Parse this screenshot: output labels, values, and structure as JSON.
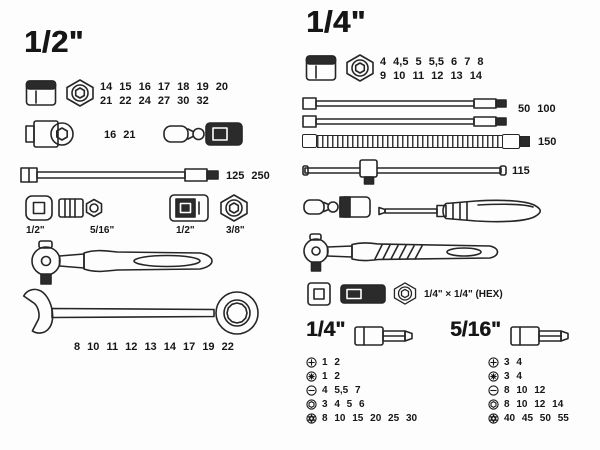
{
  "style": {
    "ink": "#262626",
    "background": "#fdfdfd",
    "dark_fill": "#2b2b2b"
  },
  "half": {
    "title": "1/2\"",
    "socket_sizes_line1": "14 15 16 17 18 19 20",
    "socket_sizes_line2": "21 22 24 27 30 32",
    "deep_socket_sizes": "16 21",
    "extension_sizes": "125 250",
    "adapter_labels": [
      "1/2\"",
      "5/16\"",
      "1/2\"",
      "3/8\""
    ],
    "wrench_sizes": "8 10 11 12 13 14 17 19 22"
  },
  "quarter": {
    "title": "1/4\"",
    "socket_sizes_line1": "4 4,5 5 5,5 6 7 8",
    "socket_sizes_line2": "9 10 11 12 13 14",
    "extension_sizes": "50 100",
    "flex_extension_size": "150",
    "sliding_tbar_size": "115",
    "adapter_label": "1/4\" × 1/4\" (HEX)"
  },
  "bits": {
    "left_title": "1/4\"",
    "right_title": "5/16\"",
    "left_rows": [
      {
        "icon": "phillips-icon",
        "sizes": "1 2"
      },
      {
        "icon": "pozidriv-icon",
        "sizes": "1 2"
      },
      {
        "icon": "slotted-icon",
        "sizes": "4 5,5 7"
      },
      {
        "icon": "hex-icon",
        "sizes": "3 4 5 6"
      },
      {
        "icon": "torx-icon",
        "sizes": "8 10 15 20 25 30"
      }
    ],
    "right_rows": [
      {
        "icon": "phillips-icon",
        "sizes": "3 4"
      },
      {
        "icon": "pozidriv-icon",
        "sizes": "3 4"
      },
      {
        "icon": "slotted-icon",
        "sizes": "8 10 12"
      },
      {
        "icon": "hex-icon",
        "sizes": "8 10 12 14"
      },
      {
        "icon": "torx-icon",
        "sizes": "40 45 50 55"
      }
    ]
  }
}
